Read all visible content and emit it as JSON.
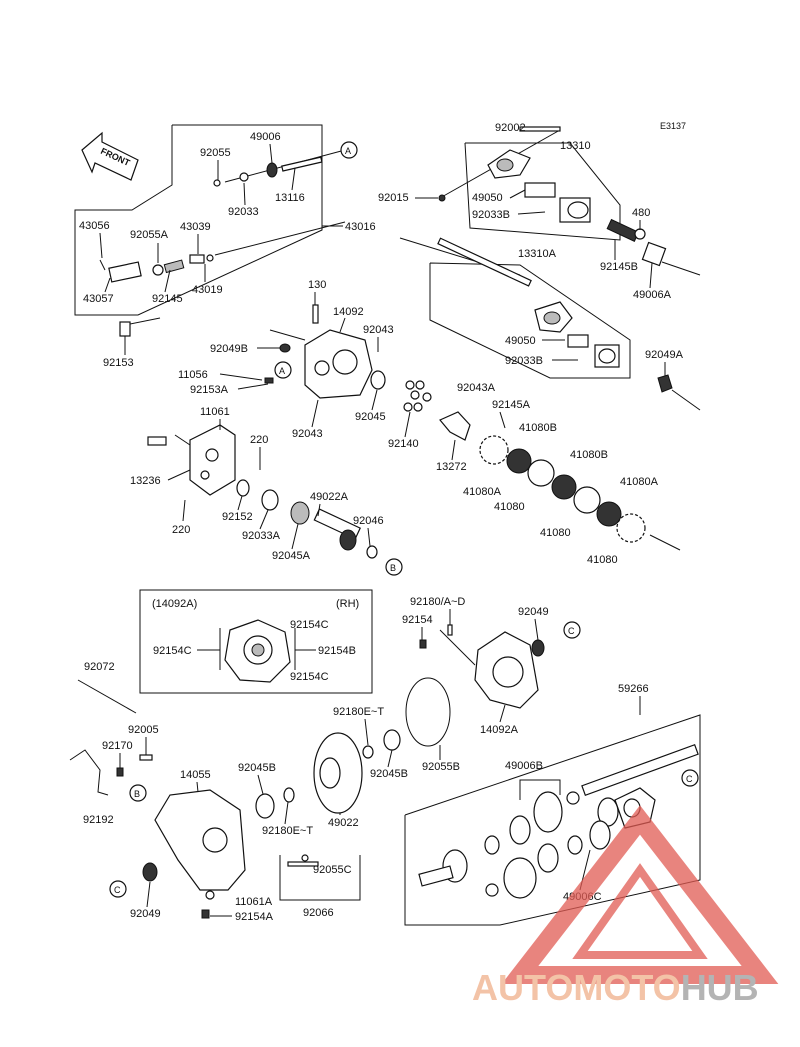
{
  "diagram_code": "E3137",
  "front_arrow_label": "FRONT",
  "callouts": [
    "A",
    "A",
    "B",
    "B",
    "C",
    "C",
    "C"
  ],
  "inset_title": "(14092A)",
  "inset_side": "(RH)",
  "part_labels": [
    "92002",
    "13310",
    "92015",
    "49050",
    "92033B",
    "480",
    "92145B",
    "49006A",
    "92055",
    "49006",
    "92033",
    "13116",
    "43016",
    "43056",
    "92055A",
    "43039",
    "43057",
    "92145",
    "43019",
    "92153",
    "13310A",
    "49050",
    "92033B",
    "92049A",
    "130",
    "14092",
    "92043",
    "92049B",
    "11056",
    "92153A",
    "92045",
    "92043",
    "92043A",
    "92145A",
    "92140",
    "13272",
    "41080B",
    "41080A",
    "41080",
    "41080B",
    "41080",
    "41080A",
    "41080",
    "11061",
    "220",
    "13236",
    "220",
    "92152",
    "92033A",
    "49022A",
    "92046",
    "92045A",
    "92154C",
    "92154C",
    "92154B",
    "92154C",
    "92180/A~D",
    "92154",
    "92049",
    "14092A",
    "92072",
    "92005",
    "92170",
    "92192",
    "14055",
    "92045B",
    "92180E~T",
    "49022",
    "92180E~T",
    "92045B",
    "92055B",
    "11061A",
    "92154A",
    "92049",
    "92055C",
    "92066",
    "59266",
    "49006B",
    "49006C"
  ],
  "watermark": {
    "auto": "AUTO",
    "moto": "MOTO",
    "hub": "HUB"
  }
}
